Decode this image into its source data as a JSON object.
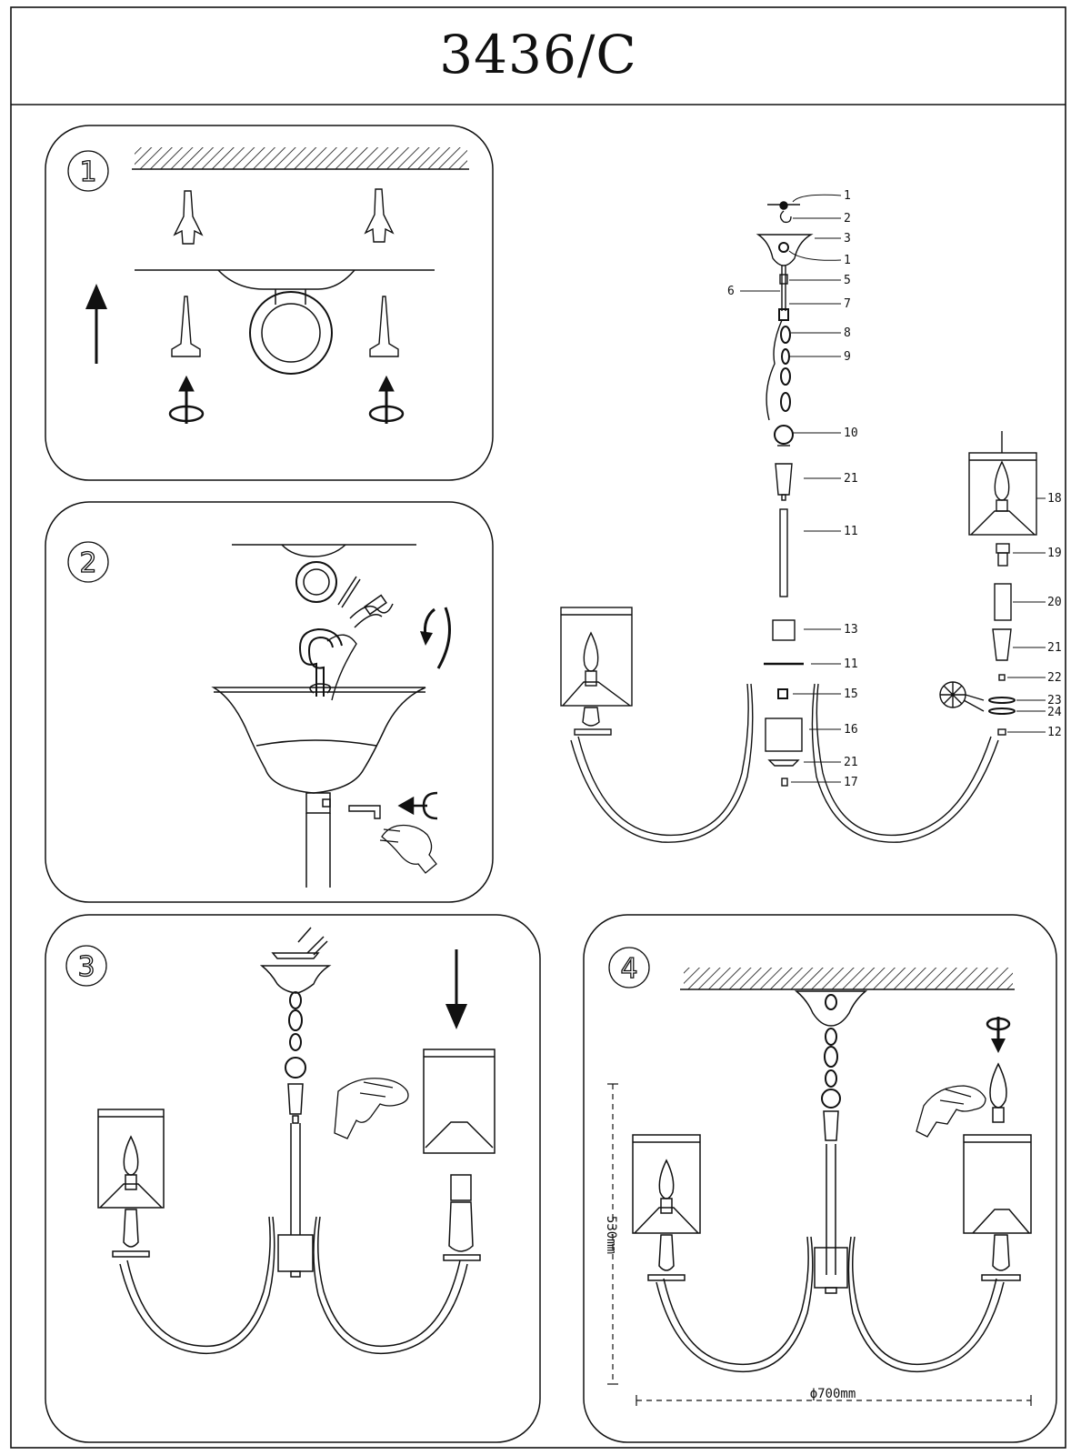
{
  "title": "3436/C",
  "steps": [
    "1",
    "2",
    "3",
    "4"
  ],
  "parts": {
    "p1a": "1",
    "p2": "2",
    "p3": "3",
    "p1b": "1",
    "p5": "5",
    "p6": "6",
    "p7": "7",
    "p8": "8",
    "p9": "9",
    "p10": "10",
    "p21a": "21",
    "p11a": "11",
    "p13": "13",
    "p11b": "11",
    "p15": "15",
    "p16": "16",
    "p21b": "21",
    "p17": "17",
    "p18": "18",
    "p19": "19",
    "p20": "20",
    "p21c": "21",
    "p22": "22",
    "p23": "23",
    "p24": "24",
    "p12": "12"
  },
  "dimensions": {
    "height": "530mm",
    "diameter": "ϕ700mm"
  }
}
